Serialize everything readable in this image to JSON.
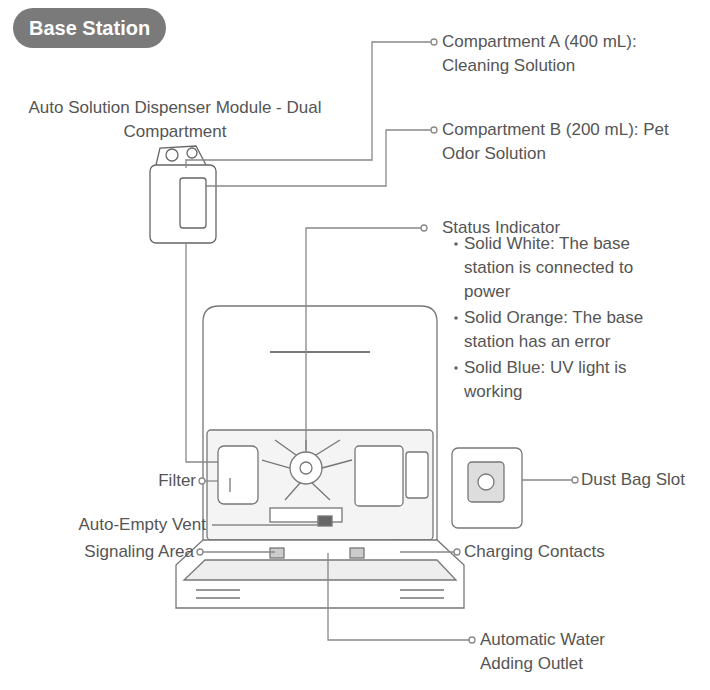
{
  "diagram": {
    "title": "Base Station",
    "labels": [
      "Compartment A (400 mL): Cleaning Solution",
      "Auto Solution Dispenser Module - Dual Compartment",
      "Compartment B (200 mL): Pet Odor Solution",
      "Status Indicator",
      "Solid White: The base station is connected to power",
      "Solid Orange: The base station has an error",
      "Solid Blue: UV light is working",
      "Filter",
      "Dust Bag Slot",
      "Auto-Empty Vent",
      "Signaling Area",
      "Charging Contacts",
      "Automatic Water Adding Outlet"
    ]
  }
}
